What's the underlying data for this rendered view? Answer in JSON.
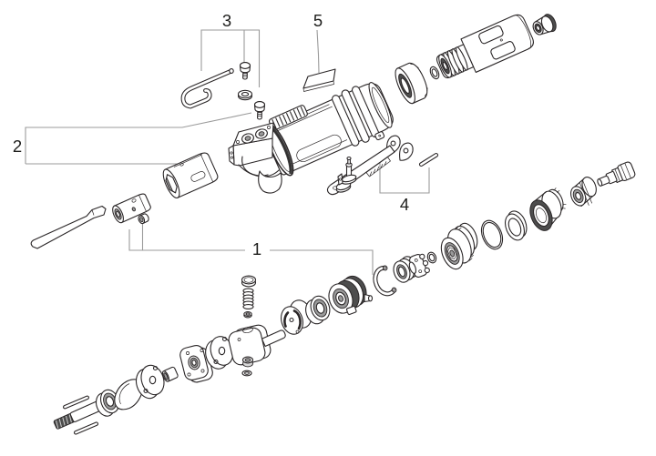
{
  "diagram": {
    "background": "#ffffff",
    "outline_color": "#2a2627",
    "leader_color": "#9b9b9b",
    "dark_fill": "#4d4d4d",
    "callouts": [
      {
        "label": "1",
        "points_to": "motor-gear-assembly"
      },
      {
        "label": "2",
        "points_to": "blade-and-clamp-group"
      },
      {
        "label": "3",
        "points_to": "hanger-hook-screw-washer"
      },
      {
        "label": "4",
        "points_to": "throttle-lever-and-pin"
      },
      {
        "label": "5",
        "points_to": "name-plate"
      }
    ],
    "parts": [
      "saw-blade",
      "blade-adapter",
      "set-screw",
      "clamp-sleeve",
      "tool-body",
      "hanger-hook",
      "screw",
      "washer",
      "name-plate",
      "throttle-lever",
      "lever-pin",
      "valve-stem",
      "exhaust-ring",
      "o-ring",
      "valve-housing",
      "inlet-bushing",
      "rotor-shaft",
      "roll-pins",
      "ball-bearing",
      "gasket",
      "end-plate",
      "dowel-pin",
      "cylinder-plate",
      "rotor",
      "valve-spring",
      "rear-plate",
      "rear-bearing",
      "governor-drum",
      "retaining-ring",
      "spacer-ring",
      "planet-carrier",
      "clutch-housing",
      "large-o-ring",
      "flat-washer",
      "rear-cover",
      "inlet-nut",
      "hose-fitting"
    ]
  }
}
